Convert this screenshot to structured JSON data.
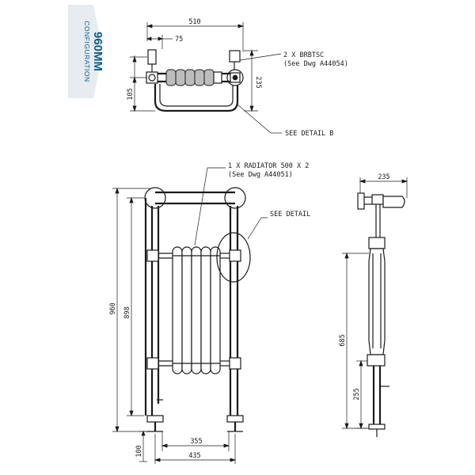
{
  "badge": {
    "title": "960MM",
    "subtitle": "CONFIGURATION",
    "bg_color": "#e6ecf0",
    "text_color": "#0f5c84"
  },
  "top_view": {
    "dim_width": "510",
    "dim_offset": "75",
    "dim_height_left": "105",
    "dim_height_right": "235",
    "label_brackets_1": "2 X BRBTSC",
    "label_brackets_2": "(See Dwg A44054)",
    "label_detail_b": "SEE DETAIL B"
  },
  "front_view": {
    "label_radiator_1": "1 X RADIATOR 500 X 2",
    "label_radiator_2": "(See Dwg A44051)",
    "label_detail": "SEE DETAIL",
    "dim_total_height": "960",
    "dim_inner_height": "898",
    "dim_inner_width": "355",
    "dim_outer_width": "435",
    "dim_bottom": "100"
  },
  "side_view": {
    "dim_depth": "235",
    "dim_height": "685",
    "dim_lower": "255"
  }
}
